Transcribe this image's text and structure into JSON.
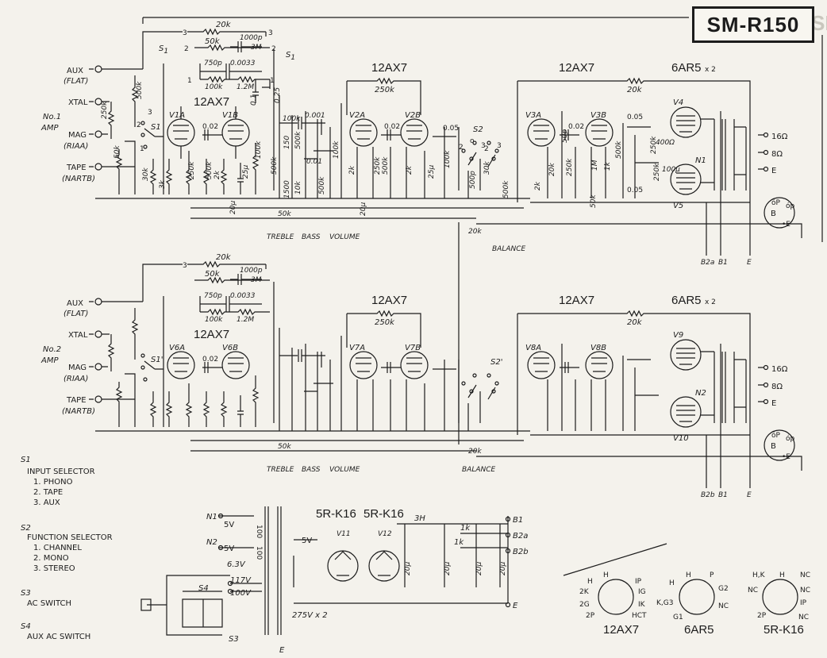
{
  "model": "SM-R150",
  "amp1": {
    "name": "No.1\nAMP",
    "inputs": [
      {
        "label": "AUX",
        "sub": "(FLAT)"
      },
      {
        "label": "XTAL",
        "sub": ""
      },
      {
        "label": "MAG",
        "sub": "(RIAA)"
      },
      {
        "label": "TAPE",
        "sub": "(NARTB)"
      }
    ],
    "selector": "S1",
    "tube_pre": "12AX7",
    "tube_mid": "12AX7",
    "tube_drv": "12AX7",
    "tube_out": "6AR5",
    "tube_out_qty": "x 2",
    "valves": [
      "V1A",
      "V1B",
      "V2A",
      "V2B",
      "V3A",
      "V3B",
      "V4",
      "V5"
    ],
    "switch2": "S2",
    "taps": [
      "16Ω",
      "8Ω",
      "E"
    ],
    "nfb_node": "N1",
    "controls": [
      "TREBLE",
      "BASS",
      "VOLUME"
    ],
    "balance": "BALANCE",
    "rails": [
      "B2a",
      "B1",
      "E"
    ]
  },
  "amp2": {
    "name": "No.2\nAMP",
    "inputs": [
      {
        "label": "AUX",
        "sub": "(FLAT)"
      },
      {
        "label": "XTAL",
        "sub": ""
      },
      {
        "label": "MAG",
        "sub": "(RIAA)"
      },
      {
        "label": "TAPE",
        "sub": "(NARTB)"
      }
    ],
    "selector": "S1'",
    "tube_pre": "12AX7",
    "tube_mid": "12AX7",
    "tube_drv": "12AX7",
    "tube_out": "6AR5",
    "tube_out_qty": "x 2",
    "valves": [
      "V6A",
      "V6B",
      "V7A",
      "V7B",
      "V8A",
      "V8B",
      "V9",
      "V10"
    ],
    "switch2": "S2'",
    "taps": [
      "16Ω",
      "8Ω",
      "E"
    ],
    "nfb_node": "N2",
    "controls": [
      "TREBLE",
      "BASS",
      "VOLUME"
    ],
    "balance": "BALANCE",
    "rails": [
      "B2b",
      "B1",
      "E"
    ]
  },
  "components": {
    "r20k": "20k",
    "c1000p": "1000p",
    "r50k": "50k",
    "c3m": "3M",
    "c750p": "750p",
    "c0033": "0.0033",
    "r100k": "100k",
    "r12m": "1.2M",
    "c01": "0.1",
    "c025": "0.25",
    "c0001": "0.001",
    "r150": "150",
    "c001": "0.01",
    "r500k": "500k",
    "r1500": "1500",
    "c002": "0.02",
    "c005": "0.05",
    "r250k": "250k",
    "r30k": "30k",
    "r3k": "3k",
    "r2k": "2k",
    "c25u": "25μ",
    "c20u": "20μ",
    "r1k": "1k",
    "r1m": "1M",
    "r400": "400Ω",
    "c100u": "100μ",
    "c500p": "500p",
    "r10k": "10k",
    "c50p": "50p"
  },
  "selector_positions": [
    "1",
    "2",
    "3"
  ],
  "legend": [
    {
      "code": "S1",
      "title": "INPUT SELECTOR",
      "items": [
        "1. PHONO",
        "2. TAPE",
        "3. AUX"
      ]
    },
    {
      "code": "S2",
      "title": "FUNCTION SELECTOR",
      "items": [
        "1. CHANNEL",
        "2. MONO",
        "3. STEREO"
      ]
    },
    {
      "code": "S3",
      "title": "AC SWITCH",
      "items": []
    },
    {
      "code": "S4",
      "title": "AUX AC SWITCH",
      "items": []
    }
  ],
  "power": {
    "rectifiers": [
      "5R-K16",
      "5R-K16"
    ],
    "valves": [
      "V11",
      "V12"
    ],
    "choke": "3H",
    "r1k": "1k",
    "caps": [
      "20μ",
      "20μ",
      "20μ",
      "20μ"
    ],
    "heater_n1": "N1",
    "heater_n2": "N2",
    "v5": "5V",
    "v63": "6.3V",
    "v117": "117V",
    "v100": "100V",
    "hv": "275V x 2",
    "out": [
      "B1",
      "B2a",
      "B2b",
      "E"
    ],
    "s3": "S3",
    "s4": "S4",
    "earth": "E",
    "r100": "100"
  },
  "pinouts": [
    {
      "name": "12AX7",
      "pins": [
        "H",
        "H",
        "IP",
        "IG",
        "IK",
        "HCT",
        "2P",
        "2G",
        "2K"
      ]
    },
    {
      "name": "6AR5",
      "pins": [
        "H",
        "P",
        "G2",
        "NC",
        "G1",
        "K,G3",
        "H"
      ]
    },
    {
      "name": "5R-K16",
      "pins": [
        "H",
        "NC",
        "NC",
        "IP",
        "NC",
        "2P",
        "NC",
        "H,K"
      ]
    }
  ]
}
